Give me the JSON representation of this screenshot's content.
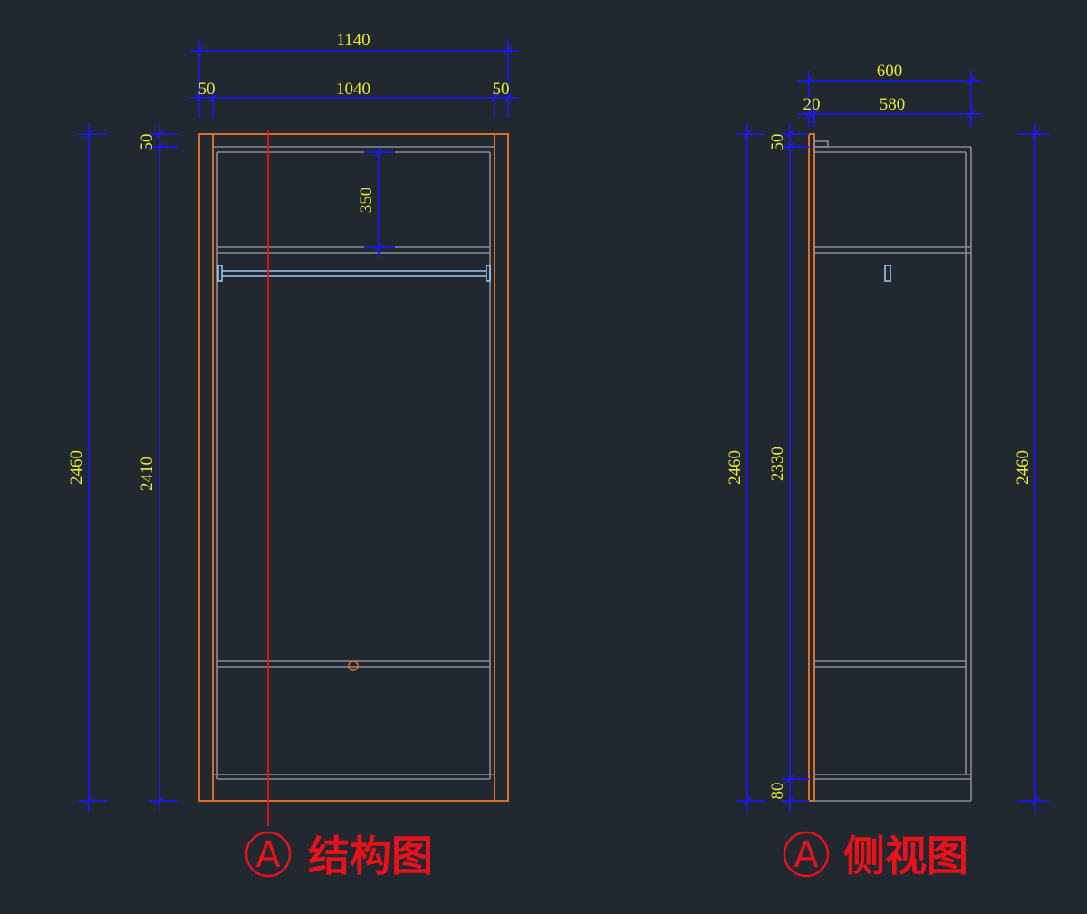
{
  "front_view": {
    "title_marker": "A",
    "title": "结构图",
    "dims": {
      "overall_width": "1140",
      "inner_width": "1040",
      "left_panel": "50",
      "right_panel": "50",
      "top_panel": "50",
      "overall_height": "2460",
      "inner_height": "2410",
      "top_compartment": "350"
    }
  },
  "side_view": {
    "title_marker": "A",
    "title": "侧视图",
    "dims": {
      "overall_depth": "600",
      "door_thickness": "20",
      "body_depth": "580",
      "top_panel": "50",
      "overall_height_left": "2460",
      "inner_height": "2330",
      "base": "80",
      "overall_height_right": "2460"
    }
  },
  "colors": {
    "background": "#212830",
    "dimension_line": "#1a1ad8",
    "dimension_text": "#e8e83a",
    "frame": "#d8702a",
    "inner_structure": "#8c8c92",
    "rail": "#9cc8ec",
    "title": "#e8121a"
  }
}
